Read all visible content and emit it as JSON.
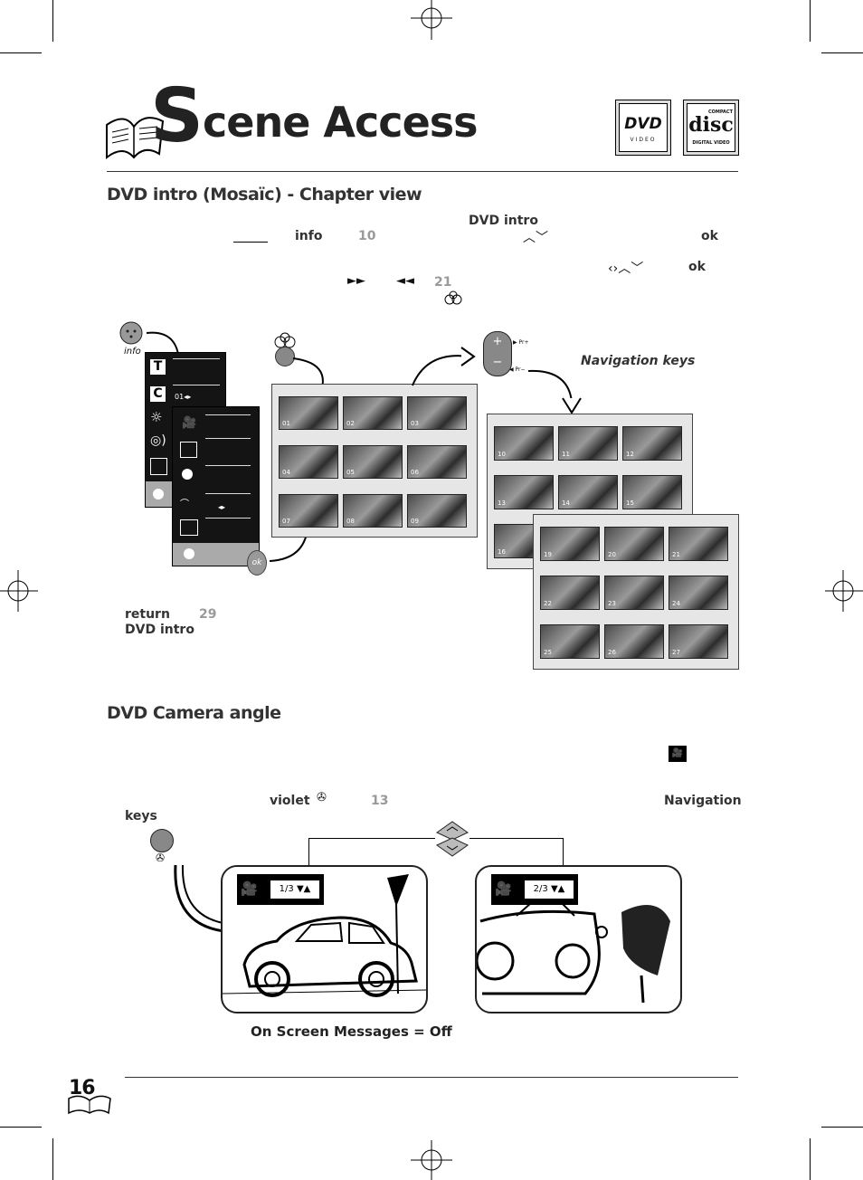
{
  "header": {
    "title_initial": "S",
    "title_rest": "cene Access",
    "dvd_logo": {
      "main": "DVD",
      "sub": "VIDEO"
    },
    "cd_logo": {
      "top": "COMPACT",
      "main": "disc",
      "sub": "DIGITAL VIDEO"
    }
  },
  "section1": {
    "title": "DVD intro (Mosaïc) - Chapter view",
    "line1": {
      "dvd_intro": "DVD intro"
    },
    "line2": {
      "info": "info",
      "ref": "10",
      "ok": "ok"
    },
    "line3": {
      "ok": "ok"
    },
    "line4": {
      "ref": "21"
    },
    "remote_info_label": "info",
    "ok_button_label": "ok",
    "navigation_keys_label": "Navigation keys",
    "panel1": {
      "c_value": "01"
    },
    "mosaic1": [
      "01",
      "02",
      "03",
      "04",
      "05",
      "06",
      "07",
      "08",
      "09"
    ],
    "mosaic2": [
      "10",
      "11",
      "12",
      "13",
      "14",
      "15",
      "16"
    ],
    "mosaic3": [
      "19",
      "20",
      "21",
      "22",
      "23",
      "24",
      "25",
      "26",
      "27"
    ],
    "return_label": "return",
    "return_ref": "29",
    "dvd_intro_label": "DVD intro"
  },
  "section2": {
    "title": "DVD Camera angle",
    "violet": "violet",
    "violet_ref": "13",
    "navigation": "Navigation",
    "keys": "keys",
    "osd_left": "1/3",
    "osd_right": "2/3",
    "footer_message": "On Screen Messages = Off"
  },
  "page_number": "16"
}
